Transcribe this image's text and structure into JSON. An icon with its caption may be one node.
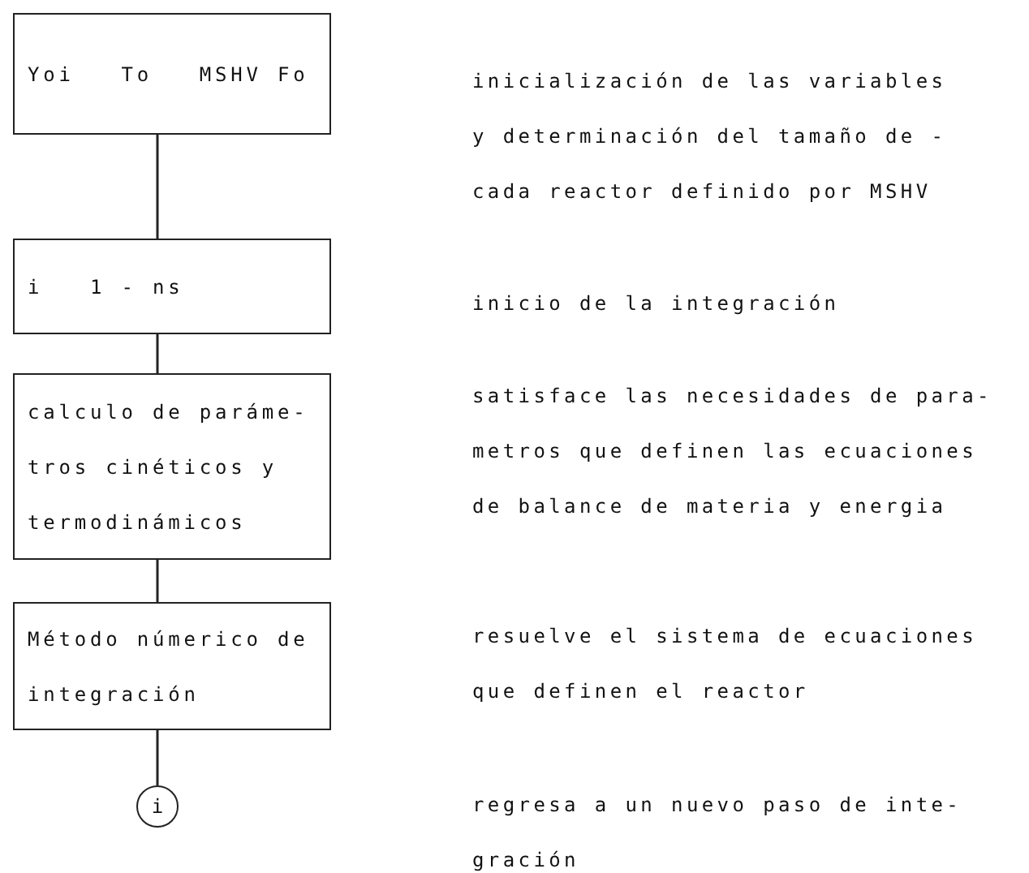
{
  "diagram": {
    "nodes": [
      {
        "text": [
          "Yoi   To   MSHV Fo"
        ]
      },
      {
        "text": [
          "i   1 - ns"
        ]
      },
      {
        "text": [
          "calculo de paráme- tros cinéticos y termodinámicos"
        ]
      },
      {
        "text": [
          "Método númerico de integración"
        ]
      },
      {
        "text": [
          "i"
        ]
      }
    ],
    "edges": [
      {
        "from": 0,
        "to": 1,
        "arrow": "none"
      },
      {
        "from": 1,
        "to": 2,
        "arrow": "none"
      },
      {
        "from": 2,
        "to": 3,
        "arrow": "none"
      },
      {
        "from": 3,
        "to": 4,
        "arrow": "none"
      }
    ],
    "labels": [
      "inicialización de las variables y determinación del tamaño de - cada reactor definido por MSHV",
      "inicio de la integración",
      "satisface las necesidades de para- metros que definen las ecuaciones de balance de materia y energia",
      "resuelve el sistema de ecuaciones que definen el reactor",
      "regresa a un nuevo paso de inte- gración"
    ]
  }
}
